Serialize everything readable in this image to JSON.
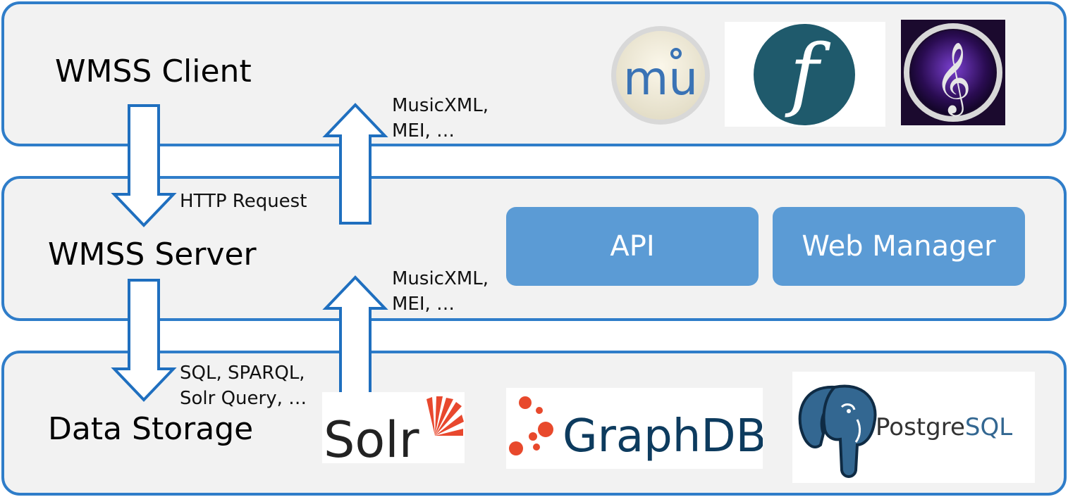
{
  "layers": {
    "client": {
      "title": "WMSS Client"
    },
    "server": {
      "title": "WMSS Server",
      "components": {
        "api": "API",
        "web_manager": "Web Manager"
      }
    },
    "storage": {
      "title": "Data Storage"
    }
  },
  "arrows": {
    "client_to_server": "HTTP Request",
    "server_to_client": "MusicXML,\nMEI, …",
    "server_to_storage": "SQL, SPARQL,\nSolr Query, …",
    "storage_to_server": "MusicXML,\nMEI, …"
  },
  "logos": {
    "musescore": {
      "icon": "musescore-icon",
      "text": "mu"
    },
    "finale": {
      "icon": "finale-icon",
      "text": "f"
    },
    "sibelius": {
      "icon": "sibelius-icon",
      "text": "𝄞"
    },
    "solr": {
      "icon": "solr-logo",
      "text": "Solr"
    },
    "graphdb": {
      "icon": "graphdb-logo",
      "text": "GraphDB"
    },
    "postgresql": {
      "icon": "postgresql-logo",
      "text_a": "Postgre",
      "text_b": "SQL"
    }
  },
  "colors": {
    "border": "#2f7dc9",
    "panel": "#f2f2f2",
    "pill": "#5b9bd5",
    "arrow": "#1f6fbf"
  }
}
